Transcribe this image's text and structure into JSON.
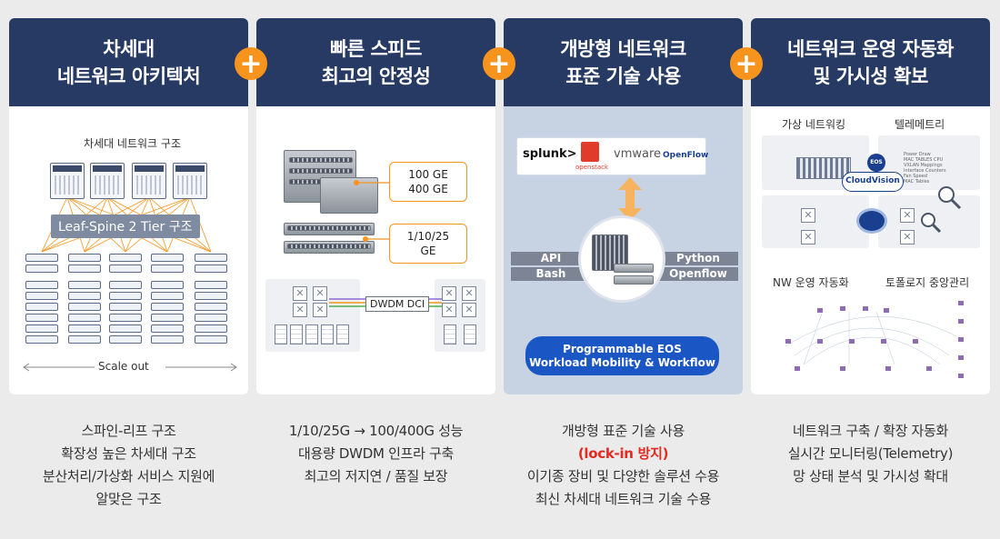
{
  "cards": [
    {
      "title1": "차세대",
      "title2": "네트워크 아키텍처",
      "diagram_title": "차세대 네트워크 구조",
      "banner": "Leaf-Spine 2 Tier 구조",
      "scale": "Scale out",
      "desc": [
        "스파인-리프 구조",
        "확장성 높은 차세대 구조",
        "분산처리/가상화 서비스 지원에",
        "알맞은 구조"
      ]
    },
    {
      "title1": "빠른 스피드",
      "title2": "최고의 안정성",
      "tag1": [
        "100 GE",
        "400 GE"
      ],
      "tag2": [
        "1/10/25",
        "GE"
      ],
      "dci": "DWDM DCI",
      "desc": [
        "1/10/25G → 100/400G 성능",
        "대용량 DWDM 인프라 구축",
        "최고의 저지연 / 품질 보장"
      ]
    },
    {
      "title1": "개방형 네트워크",
      "title2": "표준 기술 사용",
      "logos": {
        "splunk": "splunk>",
        "openstack": "openstack",
        "vmware": "vmware",
        "openflow": "OpenFlow"
      },
      "labels_left": [
        "API",
        "Bash"
      ],
      "labels_right": [
        "Python",
        "Openflow"
      ],
      "eos": [
        "Programmable EOS",
        "Workload Mobility & Workflow"
      ],
      "desc": [
        "개방형 표준 기술 사용",
        "(lock-in 방지)",
        "이기종 장비 및 다양한 솔루션 수용",
        "최신 차세대 네트워크 기술 수용"
      ]
    },
    {
      "title1": "네트워크 운영 자동화",
      "title2": "및 가시성 확보",
      "q_labels": [
        "가상 네트워킹",
        "텔레메트리",
        "NW 운영 자동화",
        "토폴로지 중앙관리"
      ],
      "cloudvision": "CloudVision",
      "eos_badge": "EOS",
      "telemetry": [
        "Power Draw",
        "MAC TABLES CPU",
        "VXLAN Mappings",
        "Interface Counters",
        "Fan Speed",
        "MAC Tables"
      ],
      "desc": [
        "네트워크 구축 / 확장 자동화",
        "실시간 모니터링(Telemetry)",
        "망 상태 분석 및 가시성 확대"
      ]
    }
  ],
  "plus": "+",
  "colors": {
    "header": "#263a64",
    "accent": "#f7941d",
    "blue_panel": "#c7d3e3",
    "eos_button": "#1a56c4",
    "highlight": "#e8281e"
  }
}
